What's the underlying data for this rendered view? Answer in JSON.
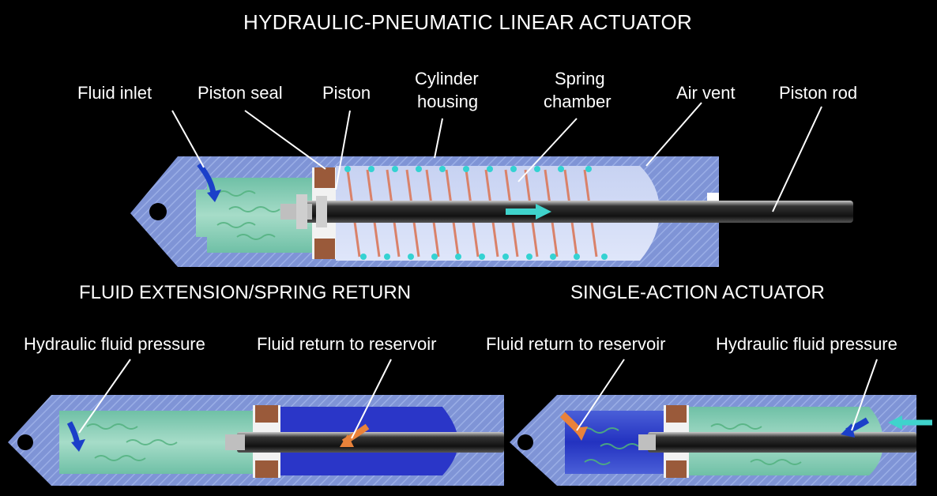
{
  "title": "HYDRAULIC-PNEUMATIC LINEAR ACTUATOR",
  "top_labels": {
    "fluid_inlet": "Fluid inlet",
    "piston_seal": "Piston seal",
    "piston": "Piston",
    "cylinder_housing_1": "Cylinder",
    "cylinder_housing_2": "housing",
    "spring_chamber_1": "Spring",
    "spring_chamber_2": "chamber",
    "air_vent": "Air vent",
    "piston_rod": "Piston rod"
  },
  "left_panel": {
    "title": "FLUID EXTENSION/SPRING RETURN",
    "label_pressure": "Hydraulic fluid pressure",
    "label_return": "Fluid return to reservoir"
  },
  "right_panel": {
    "title": "SINGLE-ACTION ACTUATOR",
    "label_return": "Fluid return to reservoir",
    "label_pressure": "Hydraulic fluid pressure"
  },
  "colors": {
    "background": "#000000",
    "housing": "#7f94d6",
    "fluid_green": "#7fc9b0",
    "spring": "#d9826a",
    "dots": "#34d2d2",
    "arrow_blue": "#1b3fc9",
    "arrow_orange": "#e9823a",
    "arrow_cyan": "#3fd3cc"
  }
}
